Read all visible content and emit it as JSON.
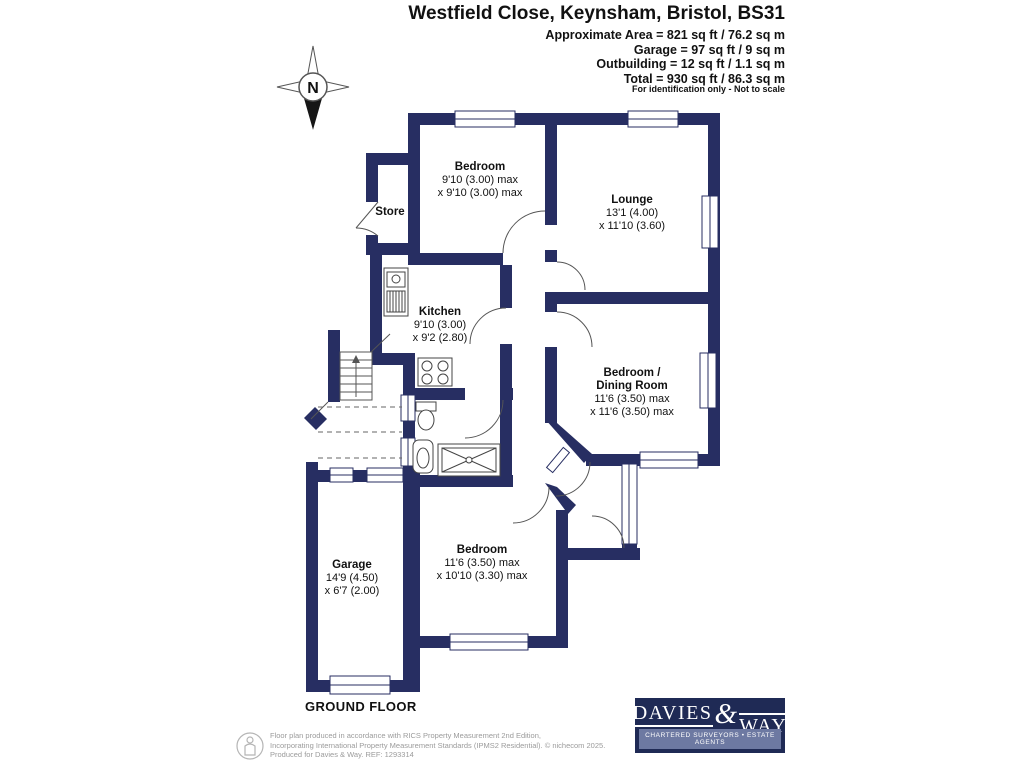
{
  "header": {
    "title": "Westfield Close, Keynsham, Bristol, BS31",
    "area_lines": [
      "Approximate Area = 821 sq ft / 76.2 sq m",
      "Garage = 97 sq ft / 9 sq m",
      "Outbuilding = 12 sq ft / 1.1 sq m",
      "Total = 930 sq ft / 86.3 sq m"
    ],
    "disclaimer": "For identification only - Not to scale"
  },
  "compass": {
    "label": "N"
  },
  "floor": {
    "label": "GROUND FLOOR"
  },
  "rooms": {
    "bedroom_top": {
      "name": "Bedroom",
      "dim1": "9'10 (3.00) max",
      "dim2": "x 9'10 (3.00) max"
    },
    "lounge": {
      "name": "Lounge",
      "dim1": "13'1 (4.00)",
      "dim2": "x 11'10 (3.60)"
    },
    "store": {
      "name": "Store"
    },
    "kitchen": {
      "name": "Kitchen",
      "dim1": "9'10 (3.00)",
      "dim2": "x 9'2 (2.80)"
    },
    "bedroom_dining": {
      "name": "Bedroom /",
      "name2": "Dining Room",
      "dim1": "11'6 (3.50) max",
      "dim2": "x 11'6 (3.50) max"
    },
    "bedroom_bottom": {
      "name": "Bedroom",
      "dim1": "11'6 (3.50) max",
      "dim2": "x 10'10 (3.30) max"
    },
    "garage": {
      "name": "Garage",
      "dim1": "14'9 (4.50)",
      "dim2": "x 6'7 (2.00)"
    }
  },
  "footer": {
    "line1": "Floor plan produced in accordance with RICS Property Measurement 2nd Edition,",
    "line2": "Incorporating International Property Measurement Standards (IPMS2 Residential). © nichecom 2025.",
    "line3": "Produced for Davies & Way.   REF:  1293314"
  },
  "logo": {
    "name_top": "DAVIES",
    "amp": "&",
    "name_bottom": "WAY",
    "tagline": "CHARTERED SURVEYORS • ESTATE AGENTS"
  },
  "colors": {
    "wall": "#272e62",
    "logo_navy": "#1f2a55",
    "logo_strip": "#6d79a2"
  }
}
